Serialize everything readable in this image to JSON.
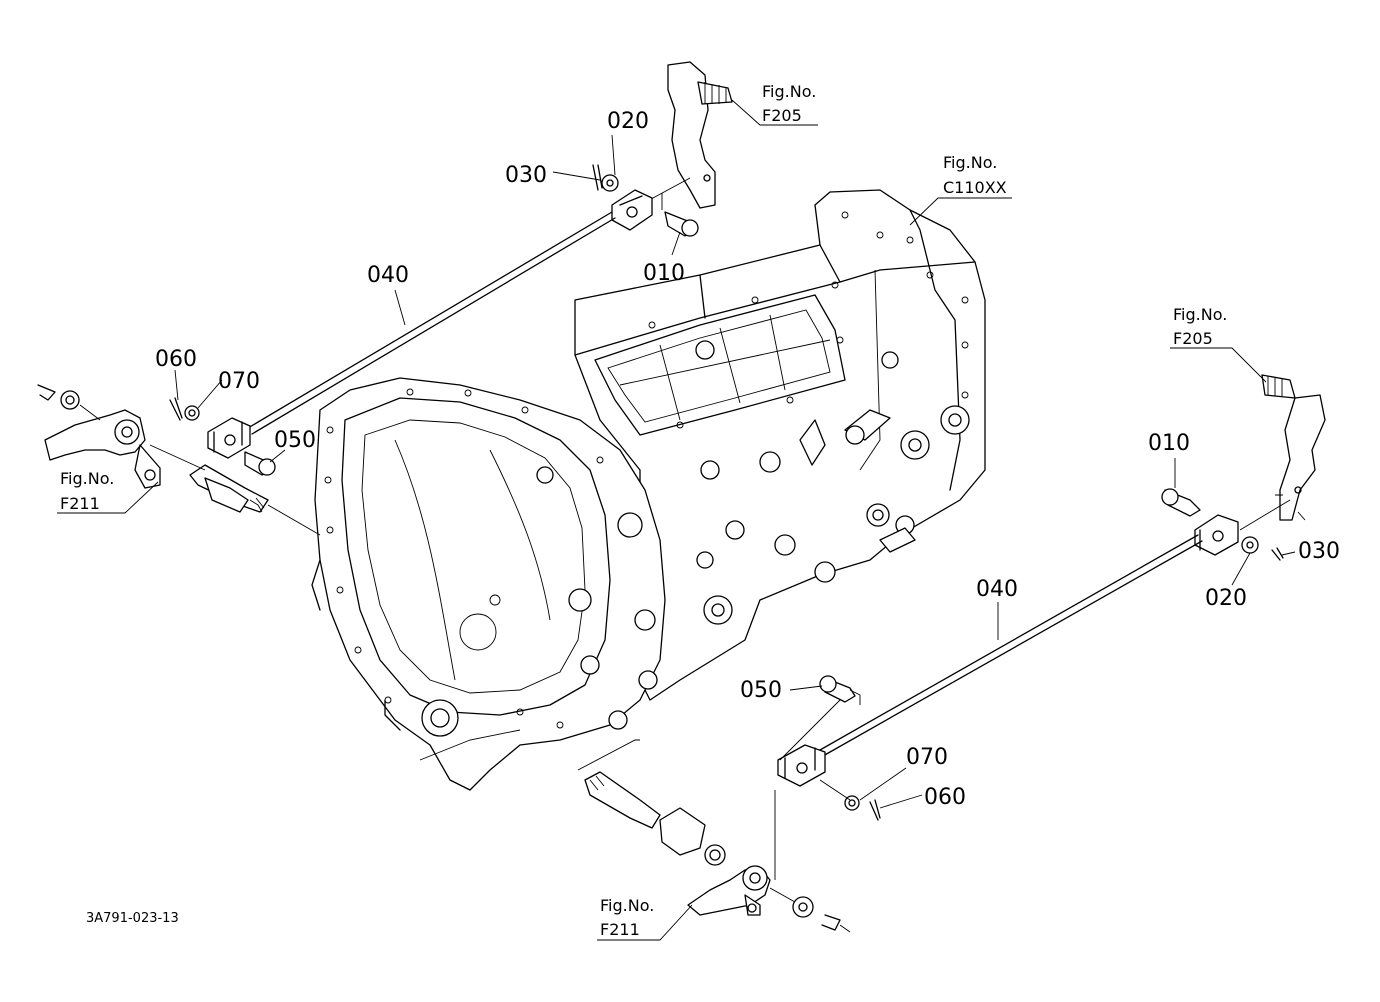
{
  "labels": {
    "p010_top": "010",
    "p020_top": "020",
    "p030_top": "030",
    "p040_left": "040",
    "p050_left": "050",
    "p060_left": "060",
    "p070_left": "070",
    "p010_right": "010",
    "p020_right": "020",
    "p030_right": "030",
    "p040_right": "040",
    "p050_bottom": "050",
    "p060_bottom": "060",
    "p070_bottom": "070"
  },
  "fig_refs": {
    "fig_prefix": "Fig.No.",
    "top_lever": "F205",
    "housing": "C110XX",
    "right_lever": "F205",
    "left_arm": "F211",
    "bottom_arm": "F211"
  },
  "drawing_code": "3A791-023-13"
}
